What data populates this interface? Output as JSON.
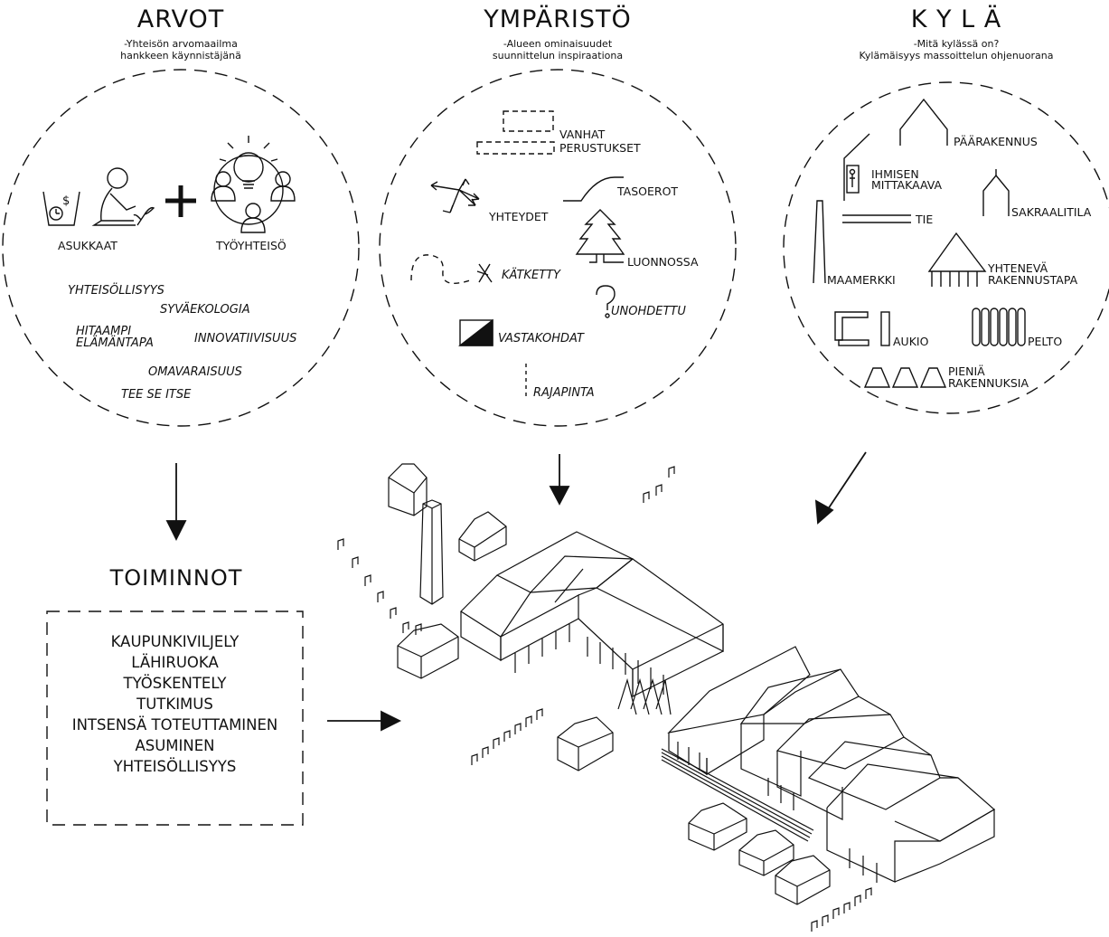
{
  "arvot": {
    "title": "ARVOT",
    "subtitle_1": "-Yhteisön arvomaailma",
    "subtitle_2": "hankkeen käynnistäjänä",
    "asukkaat": "ASUKKAAT",
    "tyoyhteiso": "TYÖYHTEISÖ",
    "values": [
      "YHTEISÖLLISYYS",
      "SYVÄEKOLOGIA",
      "HITAAMPI",
      "ELÄMÄNTAPA",
      "INNOVATIIVISUUS",
      "OMAVARAISUUS",
      "TEE SE ITSE"
    ]
  },
  "ymparisto": {
    "title": "YMPÄRISTÖ",
    "subtitle_1": "-Alueen ominaisuudet",
    "subtitle_2": "suunnittelun inspiraationa",
    "items": [
      "VANHAT",
      "PERUSTUKSET",
      "YHTEYDET",
      "TASOEROT",
      "LUONNOSSA",
      "KÄTKETTY",
      "UNOHDETTU",
      "VASTAKOHDAT",
      "RAJAPINTA"
    ]
  },
  "kyla": {
    "title": "K Y L Ä",
    "subtitle_1": "-Mitä kylässä on?",
    "subtitle_2": "Kylämäisyys massoittelun ohjenuorana",
    "items": [
      "PÄÄRAKENNUS",
      "IHMISEN",
      "MITTAKAAVA",
      "TIE",
      "SAKRAALITILA",
      "MAAMERKKI",
      "YHTENEVÄ",
      "RAKENNUSTAPA",
      "AUKIO",
      "PELTO",
      "PIENIÄ",
      "RAKENNUKSIA"
    ]
  },
  "toiminnot": {
    "title": "TOIMINNOT",
    "items": [
      "KAUPUNKIVILJELY",
      "LÄHIRUOKA",
      "TYÖSKENTELY",
      "TUTKIMUS",
      "INTSENSÄ TOTEUTTAMINEN",
      "ASUMINEN",
      "YHTEISÖLLISYYS"
    ]
  }
}
